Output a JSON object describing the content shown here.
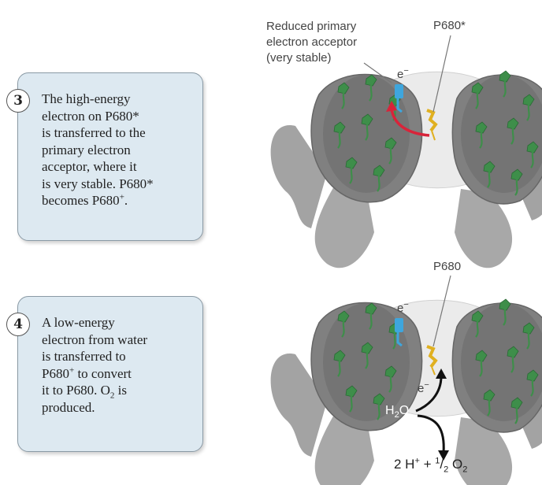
{
  "steps": [
    {
      "number": "3",
      "lines": [
        "The high-energy",
        "electron on P680*",
        "is transferred to the",
        "primary electron",
        "acceptor, where it",
        "is very stable. P680*",
        "becomes P680"
      ],
      "last_line_sup": "+",
      "last_line_end": "."
    },
    {
      "number": "4",
      "lines": [
        "A low-energy",
        "electron from water",
        "is transferred to",
        "P680",
        "it to P680. O",
        "produced."
      ],
      "line4_sup": "+",
      "line4_rest": " to convert",
      "line5_sub": "2",
      "line5_rest": " is"
    }
  ],
  "diagram_top": {
    "label_acceptor_lines": [
      "Reduced primary",
      "electron acceptor",
      "(very stable)"
    ],
    "label_p680": "P680*",
    "electron": "e",
    "electron_sup": "−"
  },
  "diagram_bottom": {
    "label_p680": "P680",
    "electron_top": "e",
    "electron_mid": "e",
    "electron_sup": "−",
    "water": "H",
    "water_sub": "2",
    "water_end": "O",
    "products_a": "2 H",
    "products_sup": "+",
    "products_b": " + ",
    "products_frac_num": "1",
    "products_frac_den": "2",
    "products_c": " O",
    "products_sub": "2"
  },
  "colors": {
    "box_fill": "#dde9f1",
    "protein": "#9a9a9a",
    "cluster": "#6f6f6f",
    "pigment": "#3e8e4a",
    "acceptor": "#3ea6dd",
    "p680": "#e0b020",
    "arrow_red": "#d8243a"
  }
}
